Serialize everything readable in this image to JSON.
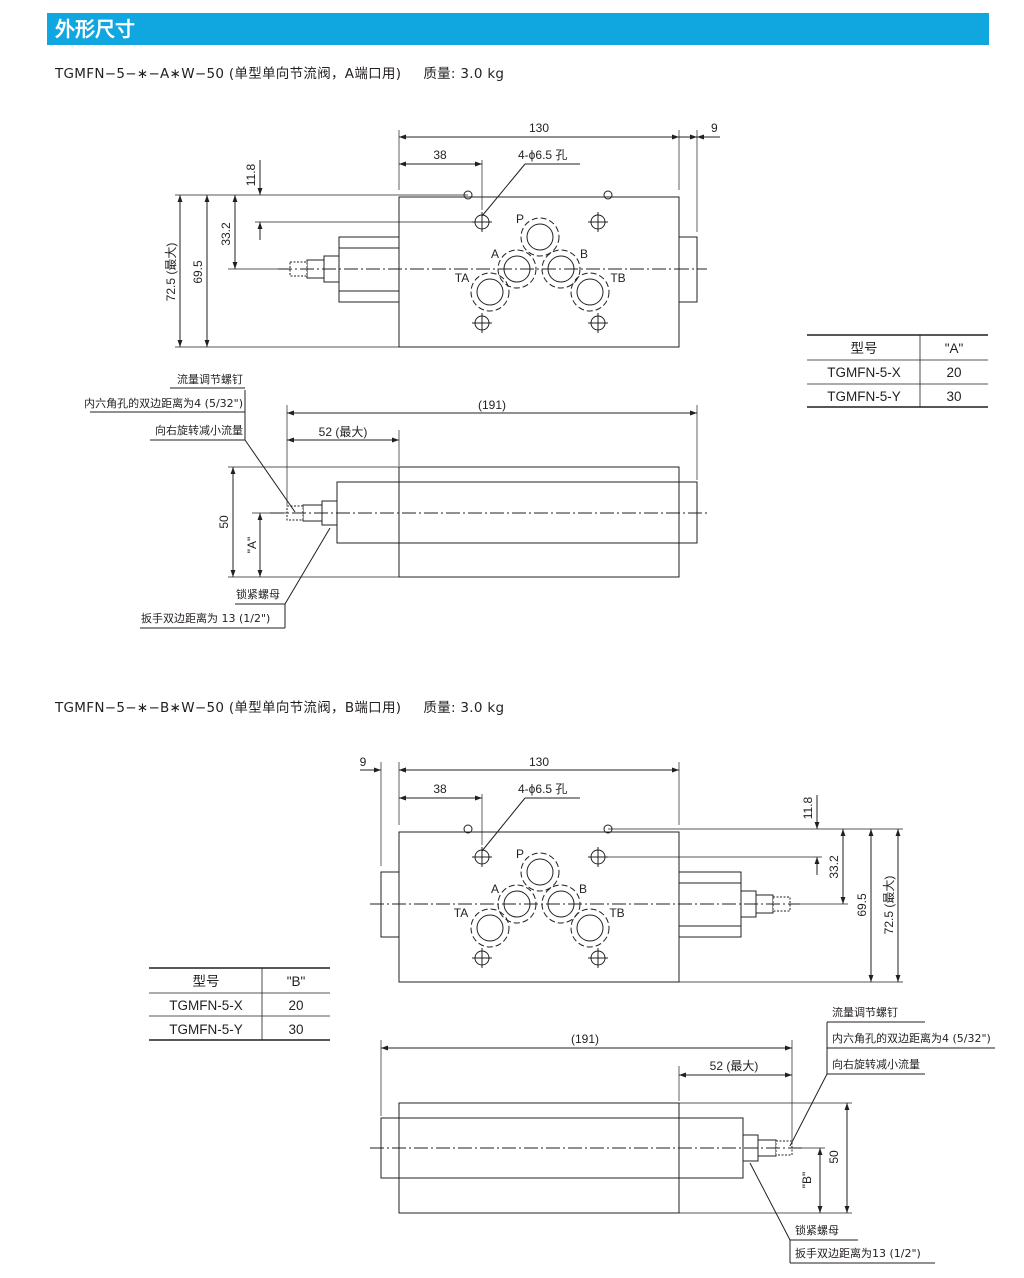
{
  "header": {
    "title": "外形尺寸"
  },
  "section_a": {
    "model": "TGMFN−5−∗−A∗W−50 (单型单向节流阀，A端口用)",
    "mass": "质量: 3.0 kg",
    "dims": {
      "d130": "130",
      "d9": "9",
      "d38": "38",
      "holes": "4-ϕ6.5 孔",
      "d11_8": "11.8",
      "d33_2": "33.2",
      "d69_5": "69.5",
      "d72_5": "72.5 (最大)",
      "d191": "(191)",
      "d52": "52 (最大)",
      "d50": "50",
      "dA": "\"A\""
    },
    "ports": {
      "P": "P",
      "A": "A",
      "B": "B",
      "TA": "TA",
      "TB": "TB"
    },
    "notes": {
      "adjust_screw": "流量调节螺钉",
      "hex": "内六角孔的双边距离为4 (5/32\")",
      "direction": "向右旋转减小流量",
      "lock_nut": "锁紧螺母",
      "wrench": "扳手双边距离为 13 (1/2\")"
    },
    "table": {
      "headers": [
        "型号",
        "\"A\""
      ],
      "rows": [
        [
          "TGMFN-5-X",
          "20"
        ],
        [
          "TGMFN-5-Y",
          "30"
        ]
      ]
    }
  },
  "section_b": {
    "model": "TGMFN−5−∗−B∗W−50 (单型单向节流阀，B端口用)",
    "mass": "质量: 3.0 kg",
    "dims": {
      "d130": "130",
      "d9": "9",
      "d38": "38",
      "holes": "4-ϕ6.5 孔",
      "d11_8": "11.8",
      "d33_2": "33.2",
      "d69_5": "69.5",
      "d72_5": "72.5 (最大)",
      "d191": "(191)",
      "d52": "52 (最大)",
      "d50": "50",
      "dB": "\"B\""
    },
    "ports": {
      "P": "P",
      "A": "A",
      "B": "B",
      "TA": "TA",
      "TB": "TB"
    },
    "notes": {
      "adjust_screw": "流量调节螺钉",
      "hex": "内六角孔的双边距离为4 (5/32\")",
      "direction": "向右旋转减小流量",
      "lock_nut": "锁紧螺母",
      "wrench": "扳手双边距离为13 (1/2\")"
    },
    "table": {
      "headers": [
        "型号",
        "\"B\""
      ],
      "rows": [
        [
          "TGMFN-5-X",
          "20"
        ],
        [
          "TGMFN-5-Y",
          "30"
        ]
      ]
    }
  },
  "colors": {
    "header_bg": "#10a6e0",
    "line": "#231f20"
  }
}
